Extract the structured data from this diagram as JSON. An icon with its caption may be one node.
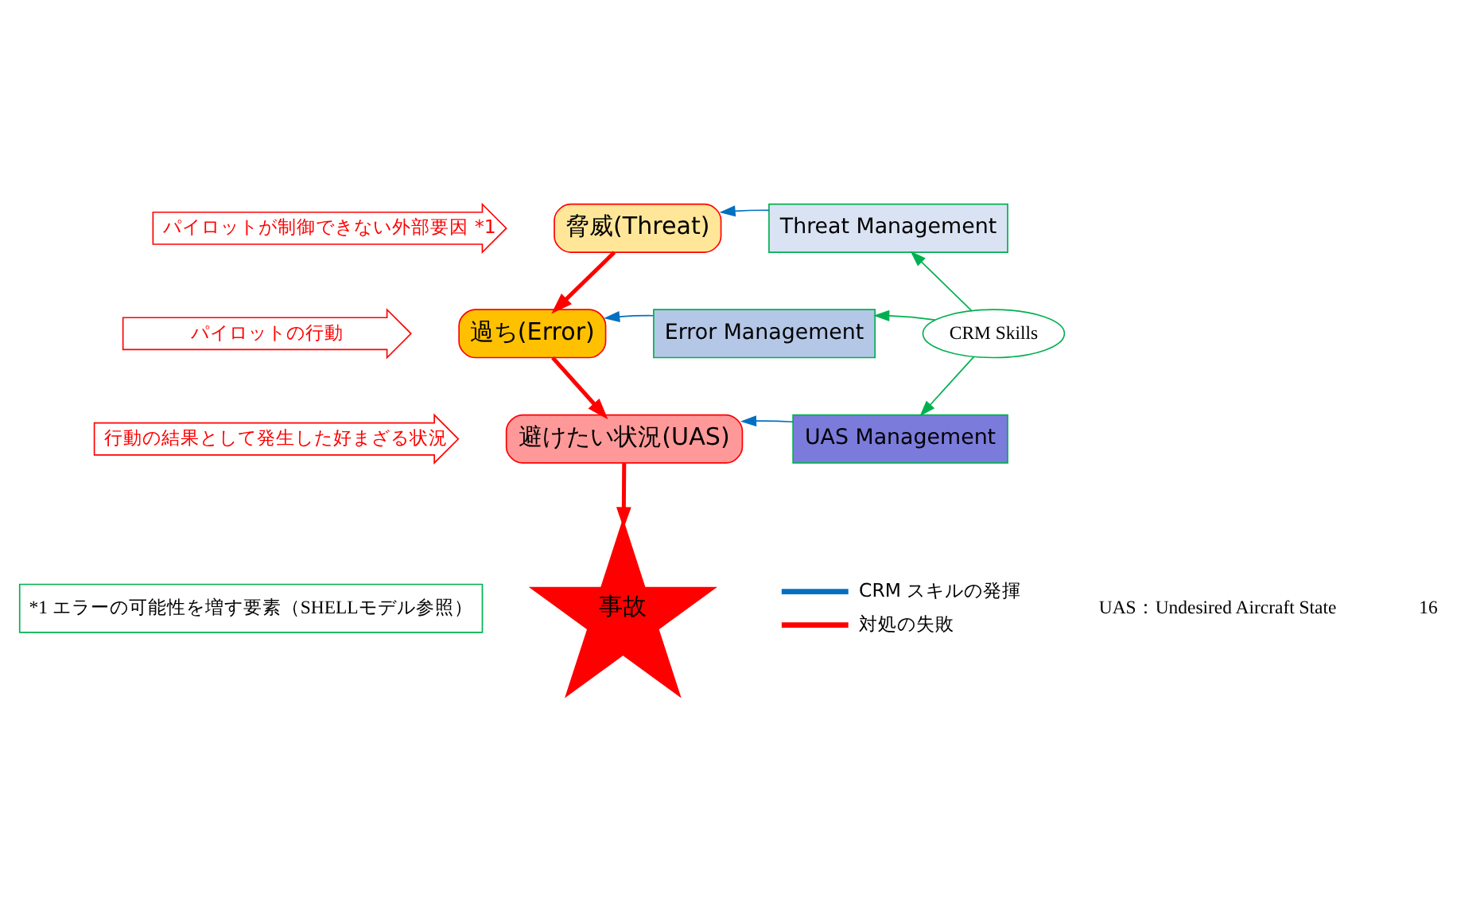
{
  "diagram": {
    "nodes": [
      {
        "text": [
          "パイロットが制御できない外部要因 *1"
        ]
      },
      {
        "text": [
          "脅威(Threat)"
        ]
      },
      {
        "text": [
          "Threat Management"
        ]
      },
      {
        "text": [
          "パイロットの行動"
        ]
      },
      {
        "text": [
          "過ち(Error)"
        ]
      },
      {
        "text": [
          "Error Management"
        ]
      },
      {
        "text": [
          "行動の結果として発生した好まざる状況"
        ]
      },
      {
        "text": [
          "避けたい状況(UAS)"
        ]
      },
      {
        "text": [
          "UAS Management"
        ]
      },
      {
        "text": [
          "CRM Skills"
        ]
      },
      {
        "text": [
          "事故"
        ]
      },
      {
        "text": [
          "*1 エラーの可能性を増す要素（SHELLモデル参照）"
        ]
      }
    ],
    "edges": [
      {
        "from": 1,
        "to": 4,
        "arrow": "to",
        "color": "#ff0000",
        "style": "thick"
      },
      {
        "from": 4,
        "to": 7,
        "arrow": "to",
        "color": "#ff0000",
        "style": "thick"
      },
      {
        "from": 7,
        "to": 10,
        "arrow": "to",
        "color": "#ff0000",
        "style": "thick"
      },
      {
        "from": 2,
        "to": 1,
        "arrow": "to",
        "color": "#0070c0"
      },
      {
        "from": 5,
        "to": 4,
        "arrow": "to",
        "color": "#0070c0"
      },
      {
        "from": 8,
        "to": 7,
        "arrow": "to",
        "color": "#0070c0"
      },
      {
        "from": 9,
        "to": 2,
        "arrow": "to",
        "color": "#00b050"
      },
      {
        "from": 9,
        "to": 5,
        "arrow": "to",
        "color": "#00b050"
      },
      {
        "from": 9,
        "to": 8,
        "arrow": "to",
        "color": "#00b050"
      }
    ],
    "labels": [
      "UAS：Undesired Aircraft State",
      "16"
    ],
    "legend": [
      {
        "text": "CRM スキルの発揮"
      },
      {
        "text": "対処の失敗"
      }
    ]
  }
}
